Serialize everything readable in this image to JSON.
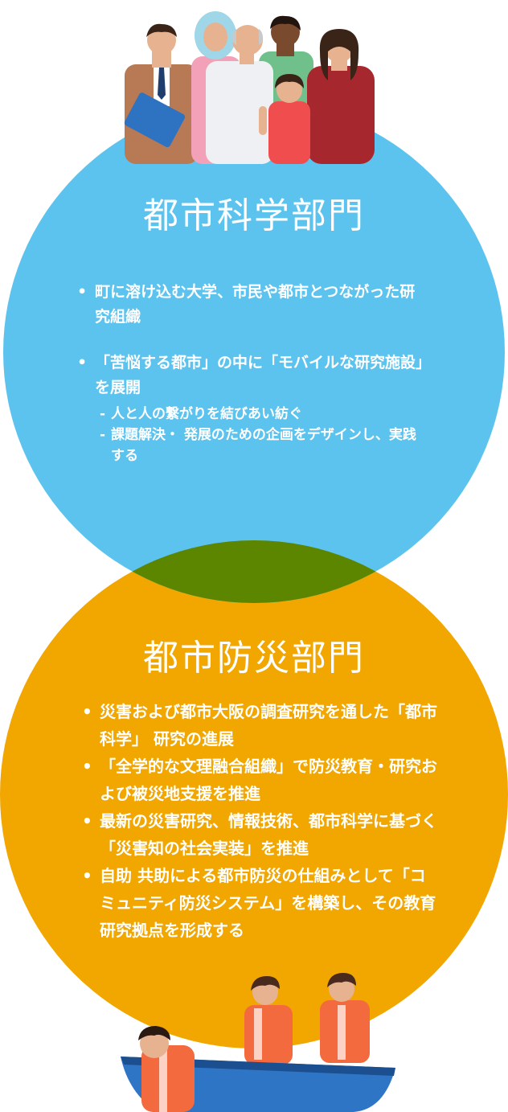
{
  "colors": {
    "science_circle": "#5BC3EE",
    "disaster_circle": "#F2A600",
    "overlap": "#5C8600",
    "text": "#ffffff"
  },
  "science": {
    "title": "都市科学部門",
    "bullets": [
      {
        "text": "町に溶け込む大学、市民や都市とつながった研究組織",
        "sub": []
      },
      {
        "text": "「苦悩する都市」の中に「モバイルな研究施設」を展開",
        "sub": [
          "人と人の繋がりを結びあい紡ぐ",
          "課題解決・ 発展のための企画をデザインし、実践する"
        ]
      }
    ]
  },
  "disaster": {
    "title": "都市防災部門",
    "bullets": [
      "災害および都市大阪の調査研究を通した「都市科学」 研究の進展",
      "「全学的な文理融合組織」で防災教育・研究および被災地支援を推進",
      "最新の災害研究、情報技術、都市科学に基づく「災害知の社会実装」を推進",
      "自助 共助による都市防災の仕組みとして「コミュニティ防災システム」を構築し、その教育研究拠点を形成する"
    ]
  }
}
